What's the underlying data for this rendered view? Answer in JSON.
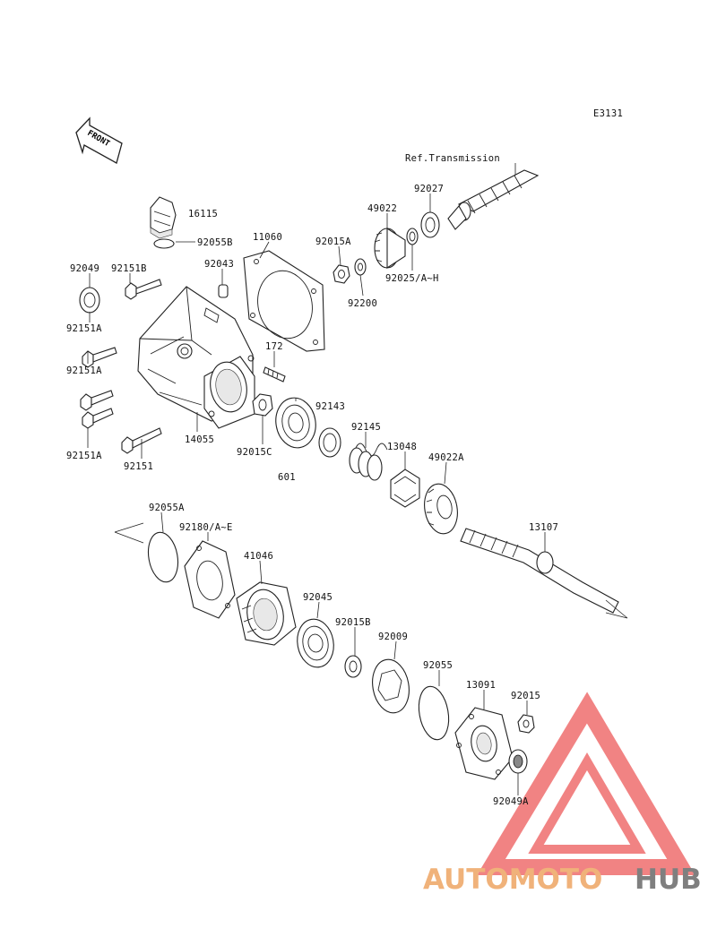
{
  "diagram_code": "E3131",
  "front_label": "FRONT",
  "watermark": {
    "part1": "AUTOMOTO",
    "part2": "HUB",
    "color1": "#f0b27a",
    "color2": "#7f7f7f",
    "triangle_color": "#ef6e6e"
  },
  "labels": {
    "ref_transmission": "Ref.Transmission",
    "p92027": "92027",
    "p49022": "49022",
    "p16115": "16115",
    "p92055B": "92055B",
    "p11060": "11060",
    "p92015A": "92015A",
    "p92043": "92043",
    "p92049": "92049",
    "p92151B": "92151B",
    "p92025": "92025/A~H",
    "p92200": "92200",
    "p92151A_1": "92151A",
    "p172": "172",
    "p92151A_2": "92151A",
    "p92143": "92143",
    "p92145": "92145",
    "p13048": "13048",
    "p49022A": "49022A",
    "p92151A_3": "92151A",
    "p92151": "92151",
    "p14055": "14055",
    "p92015C": "92015C",
    "p601": "601",
    "p92055A": "92055A",
    "p92180": "92180/A~E",
    "p13107": "13107",
    "p41046": "41046",
    "p92045": "92045",
    "p92015B": "92015B",
    "p92009": "92009",
    "p92055": "92055",
    "p13091": "13091",
    "p92015": "92015",
    "p92049A": "92049A"
  }
}
